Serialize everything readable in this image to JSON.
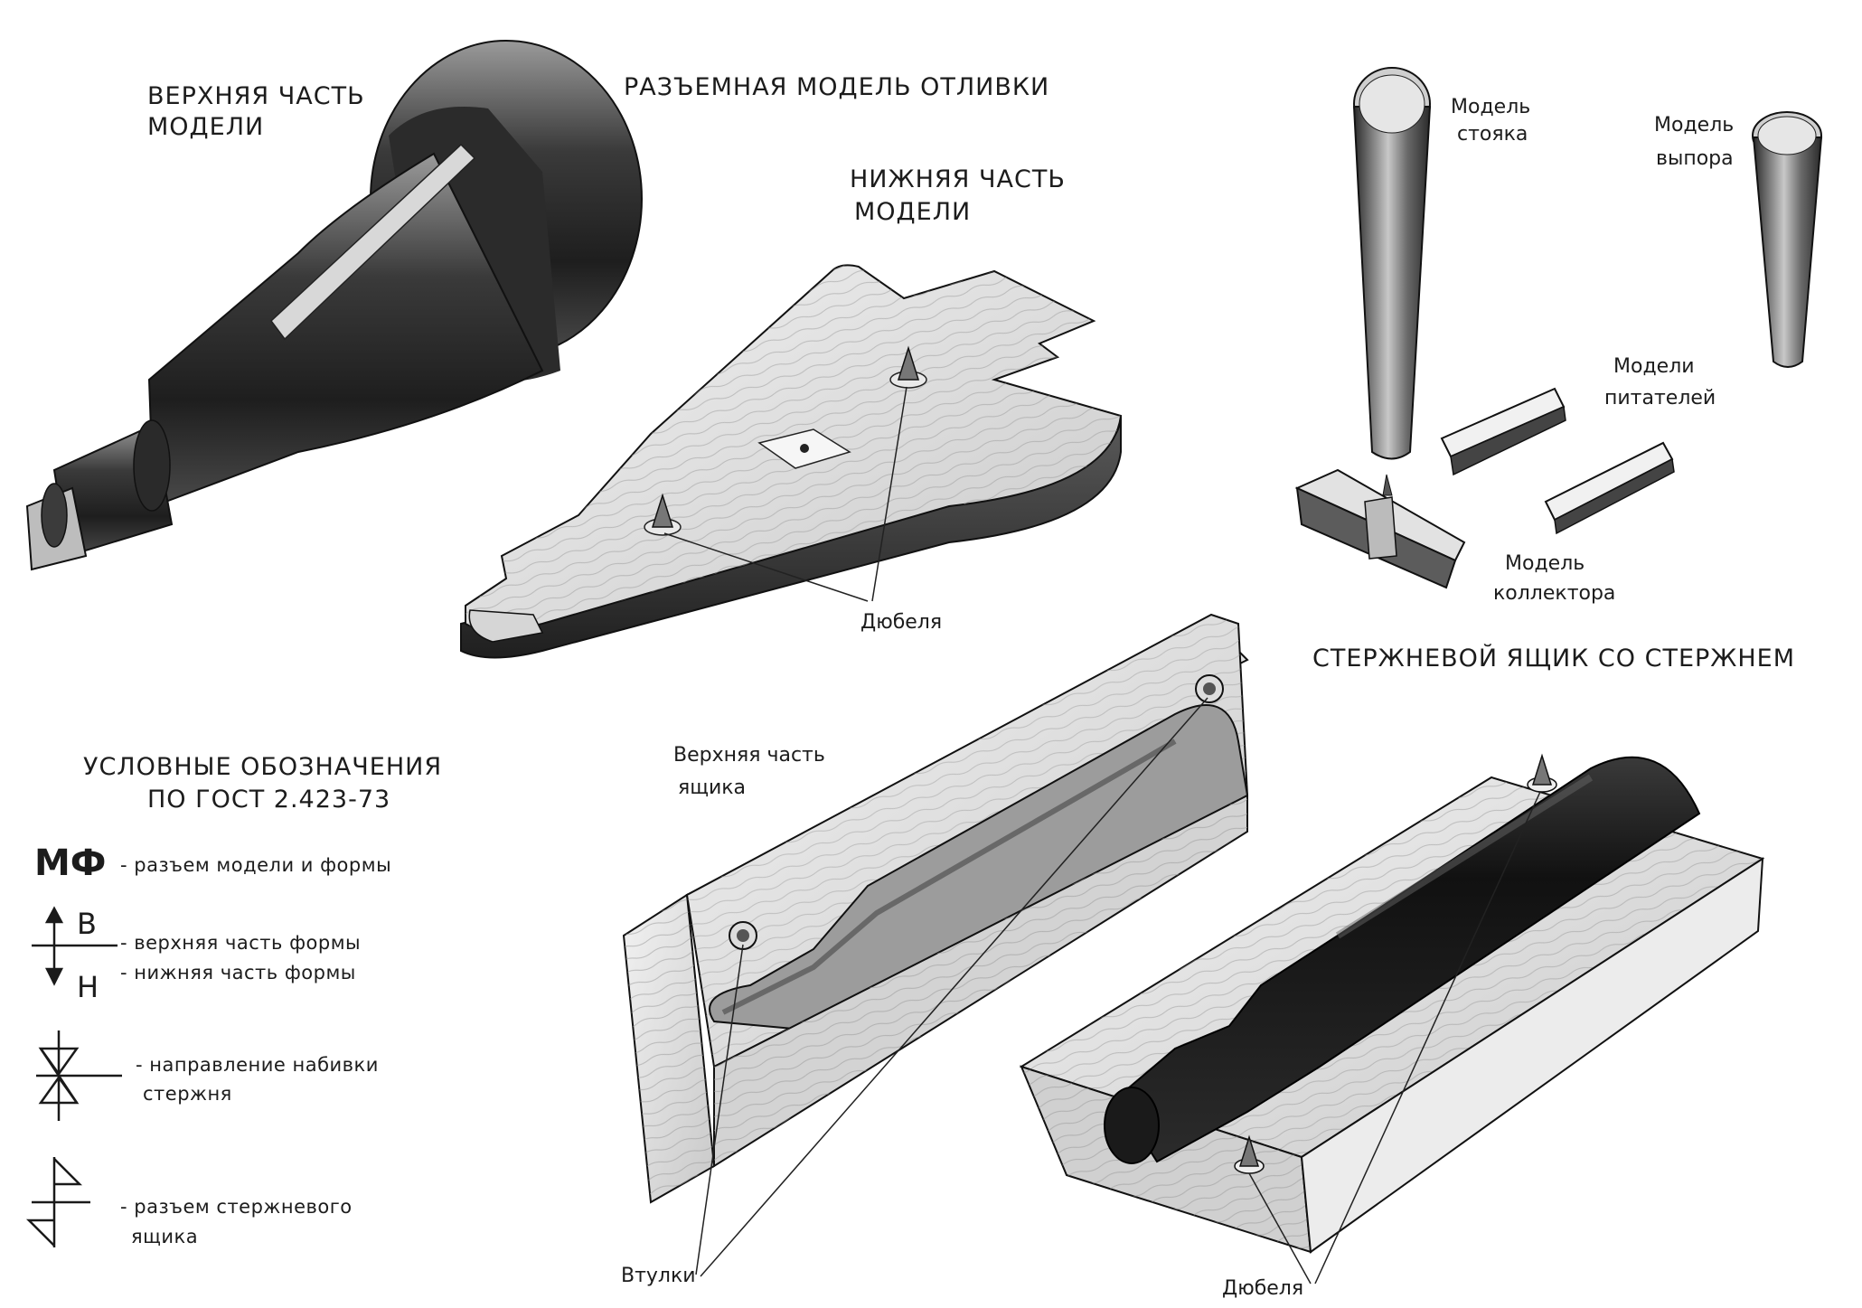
{
  "main_title": "РАЗЪЕМНАЯ МОДЕЛЬ ОТЛИВКИ",
  "upper_part_label": [
    "ВЕРХНЯЯ ЧАСТЬ",
    "МОДЕЛИ"
  ],
  "lower_part_label": [
    "НИЖНЯЯ ЧАСТЬ",
    "МОДЕЛИ"
  ],
  "dowels_label_top": "Дюбеля",
  "sprue_model": [
    "Модель",
    "стояка"
  ],
  "riser_model": [
    "Модель",
    "выпора"
  ],
  "feeder_models": [
    "Модели",
    "питателей"
  ],
  "collector_model": [
    "Модель",
    "коллектора"
  ],
  "core_box_title": "СТЕРЖНЕВОЙ ЯЩИК СО СТЕРЖНЕМ",
  "box_upper_label": [
    "Верхняя часть",
    "ящика"
  ],
  "bushings_label": "Втулки",
  "dowels_label_bottom": "Дюбеля",
  "legend": {
    "title": [
      "УСЛОВНЫЕ ОБОЗНАЧЕНИЯ",
      "ПО ГОСТ 2.423-73"
    ],
    "mf_symbol": "МФ",
    "mf_text": "- разъем модели и формы",
    "upper_letter": "В",
    "lower_letter": "Н",
    "upper_text": "- верхняя часть формы",
    "lower_text": "- нижняя часть формы",
    "ramming_text": [
      "- направление  набивки",
      "стержня"
    ],
    "corebox_text": [
      "- разъем стержневого",
      "ящика"
    ]
  }
}
